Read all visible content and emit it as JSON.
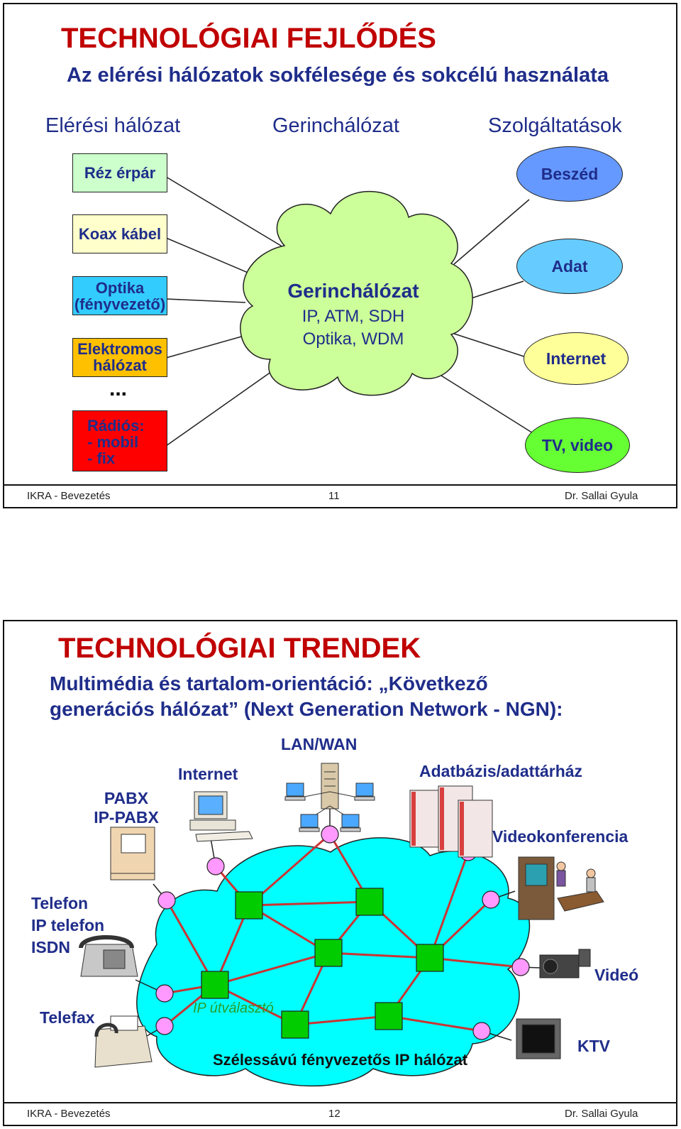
{
  "slide1": {
    "title": "TECHNOLÓGIAI FEJLŐDÉS",
    "subtitle": "Az elérési hálózatok sokfélesége és  sokcélú használata",
    "columns": {
      "access": "Elérési hálózat",
      "core": "Gerinchálózat",
      "services": "Szolgáltatások"
    },
    "access_items": {
      "copper": "Réz érpár",
      "coax": "Koax kábel",
      "optics_1": "Optika",
      "optics_2": "(fényvezető)",
      "power_1": "Elektromos",
      "power_2": "hálózat",
      "ellipsis": "...",
      "radio_1": "Rádiós:",
      "radio_2": "- mobil",
      "radio_3": "- fix"
    },
    "cloud": {
      "title": "Gerinchálózat",
      "line1": "IP, ATM, SDH",
      "line2": "Optika, WDM"
    },
    "services": {
      "voice": "Beszéd",
      "data": "Adat",
      "internet": "Internet",
      "tv": "TV, video"
    },
    "footer": {
      "left": "IKRA  - Bevezetés",
      "page": "11",
      "right": "Dr. Sallai Gyula"
    },
    "colors": {
      "copper": "#ccffcc",
      "coax": "#ffffcc",
      "optics": "#33ccff",
      "power": "#ffc000",
      "radio": "#ff0000",
      "cloud": "#ccff99",
      "voice": "#6699ff",
      "data": "#66ccff",
      "internet": "#ffff99",
      "tv": "#66ff33"
    }
  },
  "slide2": {
    "title": "TECHNOLÓGIAI TRENDEK",
    "subtitle_1": "Multimédia és tartalom-orientáció: „Következő",
    "subtitle_2": "generációs hálózat” (Next Generation Network - NGN):",
    "labels": {
      "lanwan": "LAN/WAN",
      "internet": "Internet",
      "database": "Adatbázis/adattárház",
      "pabx_1": "PABX",
      "pabx_2": "IP-PABX",
      "videoconf": "Videokonferencia",
      "phone_1": "Telefon",
      "phone_2": "IP telefon",
      "phone_3": "ISDN",
      "video": "Videó",
      "fax": "Telefax",
      "ktv": "KTV",
      "router": "IP útválasztó",
      "backbone": "Szélessávú fényvezetős IP hálózat"
    },
    "footer": {
      "left": "IKRA  - Bevezetés",
      "page": "12",
      "right": "Dr. Sallai Gyula"
    },
    "colors": {
      "cloud": "#00ffff",
      "node": "#00cc00",
      "edge_node": "#ff99ff",
      "link": "#cc3333"
    }
  }
}
